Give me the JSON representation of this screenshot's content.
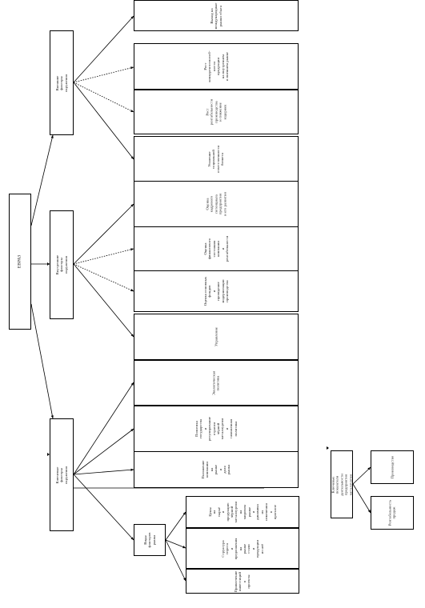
{
  "root": {
    "label": "ЕВРАЗ"
  },
  "groups": [
    {
      "label": "Внешние факторы окружения",
      "children": [
        "Выход на\nмеждународные\nрынки сбыта",
        "Рост\nконкурентоспособ-\nности\nпродукции\nна внутреннем\nи внешнем рынке",
        "Рост\nрентабельности\nпроизводства\nи снижение\nиздержек",
        "Усиление\nсоциальной\nответственности\nбизнеса"
      ]
    },
    {
      "label": "Внутренние факторы окружения",
      "children": [
        "Управление",
        "Оценка основных\nфондов\nи\nпроведение\nмодернизации\nпроизводства",
        "Оценка\nфинансового\nсостояния\nкомпании\nи\nрентабельности",
        "Оценка\nкадрового\nпотенциала\nпредприятия\nи его развития"
      ]
    },
    {
      "label": "Ключевые факторы окружения",
      "subgroup": {
        "label": "Виды\nфакторов\nрынка",
        "children": [
          "Привлечение\nинвестиций\nв\nпроекты",
          "Структура\nспроса\nи\nпредложения\nна\nрынке\nстали\nи\nпродукции\nиз неё",
          "Цены\nна\nсырьё\nи\nпродукцию\nчёрной\nметаллургии\nна\nмировом\nрынке\nи\nдинамика\nих\nизменения\nв\nпрогнозе"
        ]
      },
      "children": [
        "Положение\nкомпании\nна\nрынке\nи\nдоля\nрынка",
        "Политика\nгосударства\nи\nрегулирование\nотрасли\nчёрной\nметаллургии\nи\nтаможенная\nполитика",
        "Экологическая\nполитика"
      ]
    }
  ],
  "aside": {
    "label": "Ключевые показатели деятельности\nпредприятия металлургии",
    "children": [
      "Рентабельность\nпродаж",
      "Производство"
    ]
  }
}
